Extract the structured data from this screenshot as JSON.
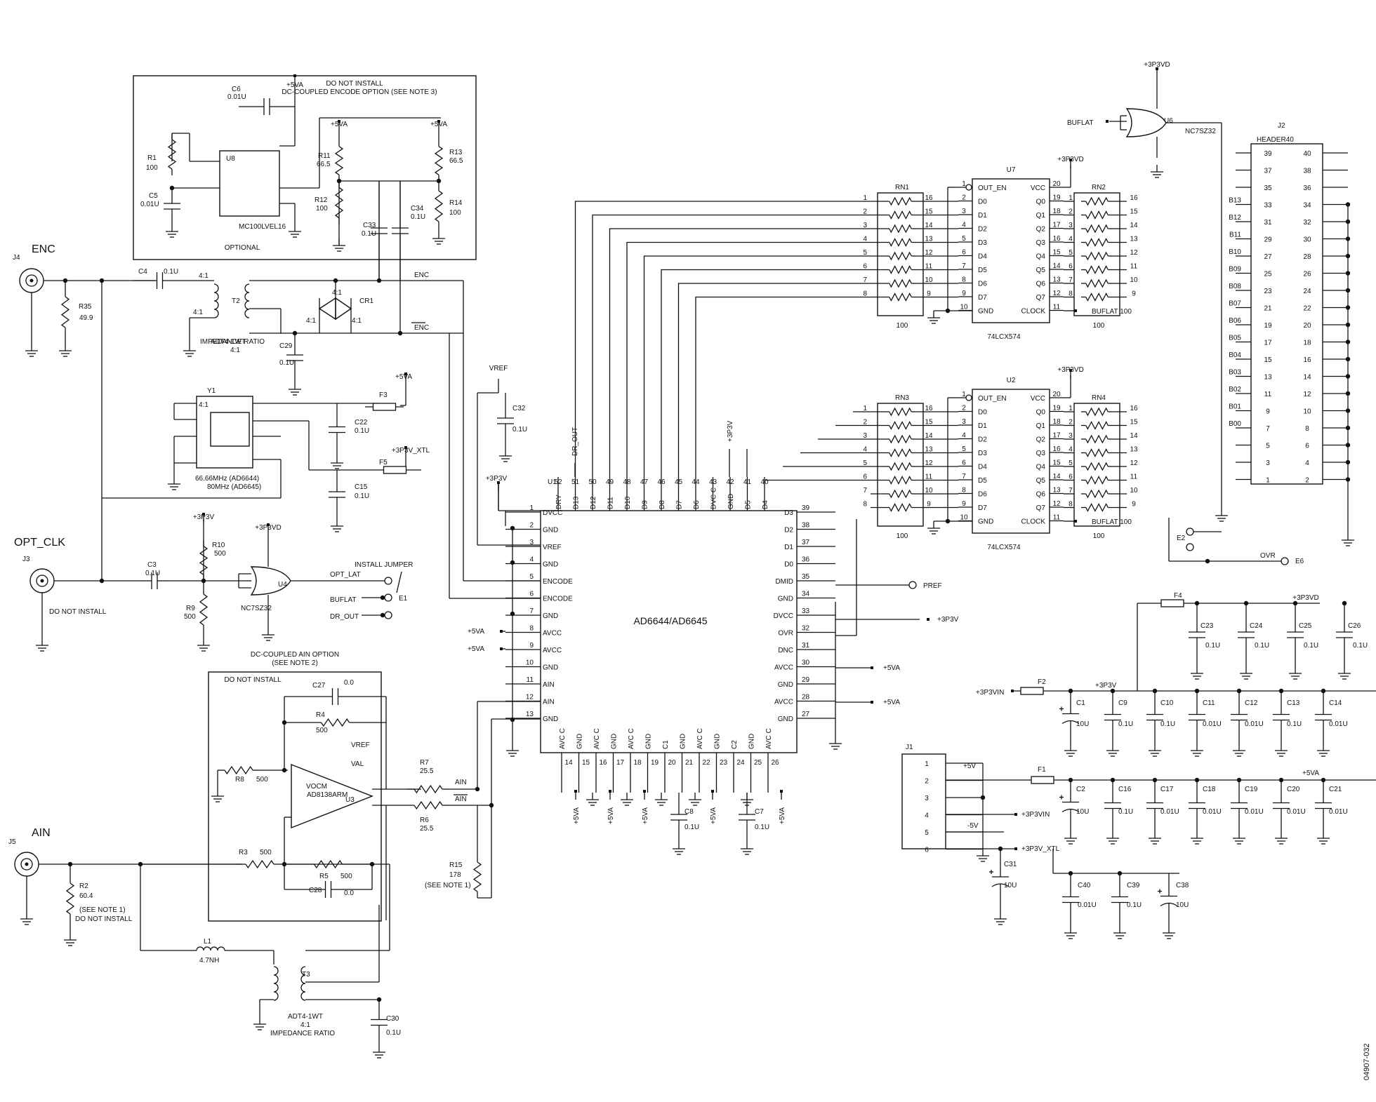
{
  "figure_id": "04907-032",
  "main_chip": {
    "ref": "U1",
    "name": "AD6644/AD6645",
    "left_pins": [
      {
        "num": "1",
        "name": "DVCC"
      },
      {
        "num": "2",
        "name": "GND"
      },
      {
        "num": "3",
        "name": "VREF"
      },
      {
        "num": "4",
        "name": "GND"
      },
      {
        "num": "5",
        "name": "ENCODE"
      },
      {
        "num": "6",
        "name": "ENCODE"
      },
      {
        "num": "7",
        "name": "GND"
      },
      {
        "num": "8",
        "name": "AVCC"
      },
      {
        "num": "9",
        "name": "AVCC"
      },
      {
        "num": "10",
        "name": "GND"
      },
      {
        "num": "11",
        "name": "AIN"
      },
      {
        "num": "12",
        "name": "AIN"
      },
      {
        "num": "13",
        "name": "GND"
      }
    ],
    "top_pins": [
      {
        "num": "52",
        "name": "DRY"
      },
      {
        "num": "51",
        "name": "D13"
      },
      {
        "num": "50",
        "name": "D12"
      },
      {
        "num": "49",
        "name": "D11"
      },
      {
        "num": "48",
        "name": "D10"
      },
      {
        "num": "47",
        "name": "D9"
      },
      {
        "num": "46",
        "name": "D8"
      },
      {
        "num": "45",
        "name": "D7"
      },
      {
        "num": "44",
        "name": "D6"
      },
      {
        "num": "43",
        "name": "DVC C"
      },
      {
        "num": "42",
        "name": "GND"
      },
      {
        "num": "41",
        "name": "D5"
      },
      {
        "num": "40",
        "name": "D4"
      }
    ],
    "right_pins": [
      {
        "num": "39",
        "name": "D3"
      },
      {
        "num": "38",
        "name": "D2"
      },
      {
        "num": "37",
        "name": "D1"
      },
      {
        "num": "36",
        "name": "D0"
      },
      {
        "num": "35",
        "name": "DMID"
      },
      {
        "num": "34",
        "name": "GND"
      },
      {
        "num": "33",
        "name": "DVCC"
      },
      {
        "num": "32",
        "name": "OVR"
      },
      {
        "num": "31",
        "name": "DNC"
      },
      {
        "num": "30",
        "name": "AVCC"
      },
      {
        "num": "29",
        "name": "GND"
      },
      {
        "num": "28",
        "name": "AVCC"
      },
      {
        "num": "27",
        "name": "GND"
      }
    ],
    "bottom_pins": [
      {
        "num": "14",
        "name": "AVC C"
      },
      {
        "num": "15",
        "name": "GND"
      },
      {
        "num": "16",
        "name": "AVC C"
      },
      {
        "num": "17",
        "name": "GND"
      },
      {
        "num": "18",
        "name": "AVC C"
      },
      {
        "num": "19",
        "name": "GND"
      },
      {
        "num": "20",
        "name": "C1"
      },
      {
        "num": "21",
        "name": "GND"
      },
      {
        "num": "22",
        "name": "AVC C"
      },
      {
        "num": "23",
        "name": "GND"
      },
      {
        "num": "24",
        "name": "C2"
      },
      {
        "num": "25",
        "name": "GND"
      },
      {
        "num": "26",
        "name": "AVC C"
      }
    ]
  },
  "connectors": {
    "enc": "ENC",
    "opt_clk": "OPT_CLK",
    "ain": "AIN",
    "j4": "J4",
    "j3": "J3",
    "j5": "J5",
    "j3_note": "DO NOT INSTALL"
  },
  "labels": {
    "do_not_install": "DO NOT INSTALL",
    "dc_encode": "DC-COUPLED ENCODE OPTION (SEE NOTE 3)",
    "optional": "OPTIONAL",
    "mc100": "MC100LVEL16",
    "u8": "U8",
    "impedance": "IMPEDANCE RATIO",
    "ratio": "4:1",
    "adt4": "ADT4-1WT",
    "osc1": "66.66MHz (AD6644)",
    "osc2": "80MHz (AD6645)",
    "install_jumper": "INSTALL JUMPER",
    "opt_lat": "OPT_LAT",
    "buflat": "BUFLAT",
    "dr_out": "DR_OUT",
    "dr_out_v": "DR_OUT",
    "dc_ain": "DC-COUPLED AIN OPTION",
    "see_note2": "(SEE NOTE 2)",
    "see_note1": "(SEE NOTE 1)",
    "dni2": "DO NOT INSTALL",
    "ad8138": "AD8138ARM",
    "vocm": "VOCM",
    "u3": "U3",
    "val": "VAL",
    "vref": "VREF",
    "enc_net": "ENC",
    "ain_net": "AIN",
    "pref": "PREF",
    "ovr": "OVR",
    "e6": "E6",
    "e2": "E2",
    "e1": "E1",
    "header": "HEADER40",
    "j2": "J2",
    "latch": "74LCX574",
    "u7": "U7",
    "u2": "U2",
    "u6": "U6",
    "u4": "U4",
    "nc7": "NC7SZ32",
    "buflat100": "BUFLAT 100",
    "rn1": "RN1",
    "rn2": "RN2",
    "rn3": "RN3",
    "rn4": "RN4",
    "hundred": "100",
    "j1": "J1",
    "rails": {
      "p5va": "+5VA",
      "p3v3vd": "+3P3VD",
      "p3v3": "+3P3V",
      "p3v3xtl": "+3P3V_XTL",
      "p3v3vin": "+3P3VIN",
      "p5v": "+5V",
      "m5v": "-5V"
    }
  },
  "components": {
    "r1": [
      "R1",
      "100"
    ],
    "r11": [
      "R11",
      "66.5"
    ],
    "r12": [
      "R12",
      "100"
    ],
    "r13": [
      "R13",
      "66.5"
    ],
    "r14": [
      "R14",
      "100"
    ],
    "r35": [
      "R35",
      "49.9"
    ],
    "r10": [
      "R10",
      "500"
    ],
    "r9": [
      "R9",
      "500"
    ],
    "r7": [
      "R7",
      "25.5"
    ],
    "r6": [
      "R6",
      "25.5"
    ],
    "r15": [
      "R15",
      "178"
    ],
    "r2": [
      "R2",
      "60.4"
    ],
    "r3": [
      "R3",
      "500"
    ],
    "r4": [
      "R4",
      "500"
    ],
    "r5": [
      "R5",
      "500"
    ],
    "r8": [
      "R8",
      "500"
    ],
    "c6": [
      "C6",
      "0.01U"
    ],
    "c5": [
      "C5",
      "0.01U"
    ],
    "c33": [
      "C33",
      "0.1U"
    ],
    "c34": [
      "C34",
      "0.1U"
    ],
    "c4": [
      "C4",
      "0.1U"
    ],
    "c29": [
      "C29",
      "0.1U"
    ],
    "c22": [
      "C22",
      "0.1U"
    ],
    "c15": [
      "C15",
      "0.1U"
    ],
    "c3": [
      "C3",
      "0.1U"
    ],
    "c32": [
      "C32",
      "0.1U"
    ],
    "c27": [
      "C27",
      "0.0"
    ],
    "c28": [
      "C28",
      "0.0"
    ],
    "c30": [
      "C30",
      "0.1U"
    ],
    "c8": [
      "C8",
      "0.1U"
    ],
    "c7": [
      "C7",
      "0.1U"
    ],
    "c23": [
      "C23",
      "0.1U"
    ],
    "c24": [
      "C24",
      "0.1U"
    ],
    "c25": [
      "C25",
      "0.1U"
    ],
    "c26": [
      "C26",
      "0.1U"
    ],
    "c1": [
      "C1",
      "10U"
    ],
    "c9": [
      "C9",
      "0.1U"
    ],
    "c10": [
      "C10",
      "0.1U"
    ],
    "c11": [
      "C11",
      "0.01U"
    ],
    "c12": [
      "C12",
      "0.01U"
    ],
    "c13": [
      "C13",
      "0.1U"
    ],
    "c14": [
      "C14",
      "0.01U"
    ],
    "c2": [
      "C2",
      "10U"
    ],
    "c16": [
      "C16",
      "0.1U"
    ],
    "c17": [
      "C17",
      "0.01U"
    ],
    "c18": [
      "C18",
      "0.01U"
    ],
    "c19": [
      "C19",
      "0.01U"
    ],
    "c20": [
      "C20",
      "0.01U"
    ],
    "c21": [
      "C21",
      "0.01U"
    ],
    "c31": [
      "C31",
      "10U"
    ],
    "c40": [
      "C40",
      "0.01U"
    ],
    "c39": [
      "C39",
      "0.1U"
    ],
    "c38": [
      "C38",
      "10U"
    ],
    "l1": [
      "L1",
      "4.7NH"
    ],
    "t2": [
      "T2"
    ],
    "t3": [
      "T3"
    ],
    "cr1": [
      "CR1"
    ],
    "y1": [
      "Y1"
    ],
    "f1": [
      "F1"
    ],
    "f2": [
      "F2"
    ],
    "f3": [
      "F3"
    ],
    "f4": [
      "F4"
    ],
    "f5": [
      "F5"
    ]
  },
  "header_rows": [
    {
      "l": "39",
      "r": "40",
      "bit": ""
    },
    {
      "l": "37",
      "r": "38",
      "bit": ""
    },
    {
      "l": "35",
      "r": "36",
      "bit": ""
    },
    {
      "l": "33",
      "r": "34",
      "bit": "B13"
    },
    {
      "l": "31",
      "r": "32",
      "bit": "B12"
    },
    {
      "l": "29",
      "r": "30",
      "bit": "B11"
    },
    {
      "l": "27",
      "r": "28",
      "bit": "B10"
    },
    {
      "l": "25",
      "r": "26",
      "bit": "B09"
    },
    {
      "l": "23",
      "r": "24",
      "bit": "B08"
    },
    {
      "l": "21",
      "r": "22",
      "bit": "B07"
    },
    {
      "l": "19",
      "r": "20",
      "bit": "B06"
    },
    {
      "l": "17",
      "r": "18",
      "bit": "B05"
    },
    {
      "l": "15",
      "r": "16",
      "bit": "B04"
    },
    {
      "l": "13",
      "r": "14",
      "bit": "B03"
    },
    {
      "l": "11",
      "r": "12",
      "bit": "B02"
    },
    {
      "l": "9",
      "r": "10",
      "bit": "B01"
    },
    {
      "l": "7",
      "r": "8",
      "bit": "B00"
    },
    {
      "l": "5",
      "r": "6",
      "bit": ""
    },
    {
      "l": "3",
      "r": "4",
      "bit": ""
    },
    {
      "l": "1",
      "r": "2",
      "bit": ""
    }
  ],
  "latch_pins": {
    "left": [
      "OUT_EN",
      "D0",
      "D1",
      "D2",
      "D3",
      "D4",
      "D5",
      "D6",
      "D7",
      "GND"
    ],
    "left_nums": [
      "1",
      "2",
      "3",
      "4",
      "5",
      "6",
      "7",
      "8",
      "9",
      "10"
    ],
    "right": [
      "VCC",
      "Q0",
      "Q1",
      "Q2",
      "Q3",
      "Q4",
      "Q5",
      "Q6",
      "Q7",
      "CLOCK"
    ],
    "right_nums": [
      "20",
      "19",
      "18",
      "17",
      "16",
      "15",
      "14",
      "13",
      "12",
      "11"
    ]
  },
  "rn_nums": {
    "left": [
      "1",
      "2",
      "3",
      "4",
      "5",
      "6",
      "7",
      "8"
    ],
    "right": [
      "16",
      "15",
      "14",
      "13",
      "12",
      "11",
      "10",
      "9"
    ]
  },
  "j1_pins": [
    "1",
    "2",
    "3",
    "4",
    "5",
    "6"
  ]
}
